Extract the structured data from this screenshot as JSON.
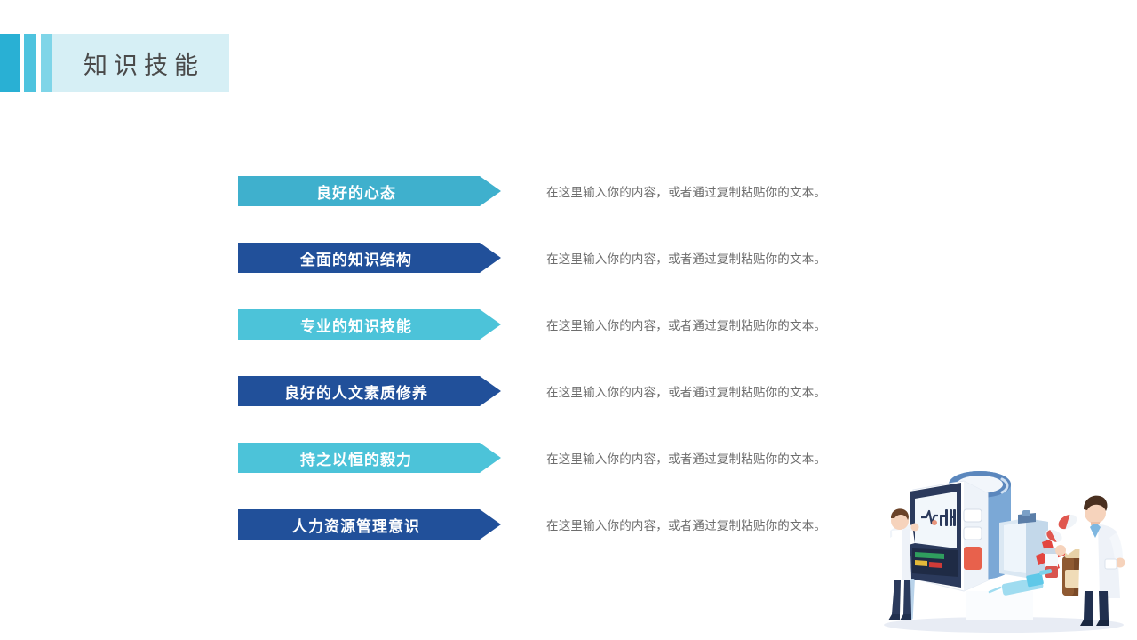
{
  "header": {
    "title": "知识技能",
    "accent_bars": [
      "#29b0d4",
      "#4ec3de",
      "#7fd5e8"
    ],
    "panel_color": "#d6eff5",
    "title_color": "#4a4a4a"
  },
  "palette": {
    "teal": "#3fb0cd",
    "cyan": "#4cc3d9",
    "navy": "#21509a",
    "navy_dark": "#1f4f9c",
    "body_text": "#6d6d6d"
  },
  "rows": [
    {
      "label": "良好的心态",
      "color": "#3fb0cd",
      "description": "在这里输入你的内容，或者通过复制粘贴你的文本。"
    },
    {
      "label": "全面的知识结构",
      "color": "#21509a",
      "description": "在这里输入你的内容，或者通过复制粘贴你的文本。"
    },
    {
      "label": "专业的知识技能",
      "color": "#4cc3d9",
      "description": "在这里输入你的内容，或者通过复制粘贴你的文本。"
    },
    {
      "label": "良好的人文素质修养",
      "color": "#21509a",
      "description": "在这里输入你的内容，或者通过复制粘贴你的文本。"
    },
    {
      "label": "持之以恒的毅力",
      "color": "#4cc3d9",
      "description": "在这里输入你的内容，或者通过复制粘贴你的文本。"
    },
    {
      "label": "人力资源管理意识",
      "color": "#21509a",
      "description": "在这里输入你的内容，或者通过复制粘贴你的文本。"
    }
  ],
  "illustration": {
    "name": "medical-blood-pressure-monitor-illustration",
    "elements": [
      "blood-pressure-monitor",
      "cuff",
      "technician-figure",
      "doctor-figure",
      "clipboard",
      "red-cross",
      "medicine-bottle",
      "medicine-vial",
      "syringe",
      "pills"
    ]
  }
}
